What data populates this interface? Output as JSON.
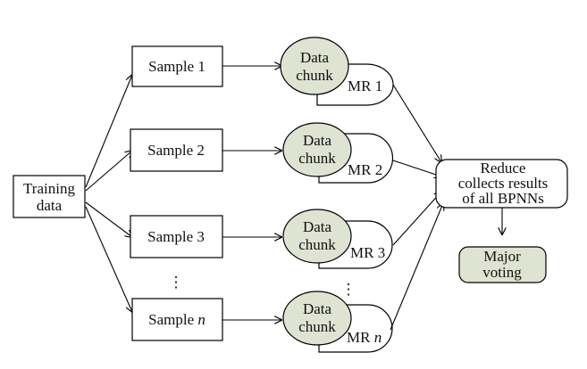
{
  "training": {
    "line1": "Training",
    "line2": "data"
  },
  "samples": [
    {
      "prefix": "Sample ",
      "index": "1",
      "italic": false
    },
    {
      "prefix": "Sample ",
      "index": "2",
      "italic": false
    },
    {
      "prefix": "Sample ",
      "index": "3",
      "italic": false
    },
    {
      "prefix": "Sample ",
      "index": "n",
      "italic": true
    }
  ],
  "chunk": {
    "line1": "Data",
    "line2": "chunk"
  },
  "mappers": [
    {
      "prefix": "MR ",
      "index": "1",
      "italic": false
    },
    {
      "prefix": "MR ",
      "index": "2",
      "italic": false
    },
    {
      "prefix": "MR ",
      "index": "3",
      "italic": false
    },
    {
      "prefix": "MR ",
      "index": "n",
      "italic": true
    }
  ],
  "ellipsis": "⋮",
  "reduce": {
    "line1": "Reduce",
    "line2": "collects results",
    "line3": "of all BPNNs"
  },
  "voting": {
    "line1": "Major",
    "line2": "voting"
  },
  "colors": {
    "chunk_fill": "#dfe3d2",
    "stroke": "#000000",
    "background": "#ffffff"
  }
}
